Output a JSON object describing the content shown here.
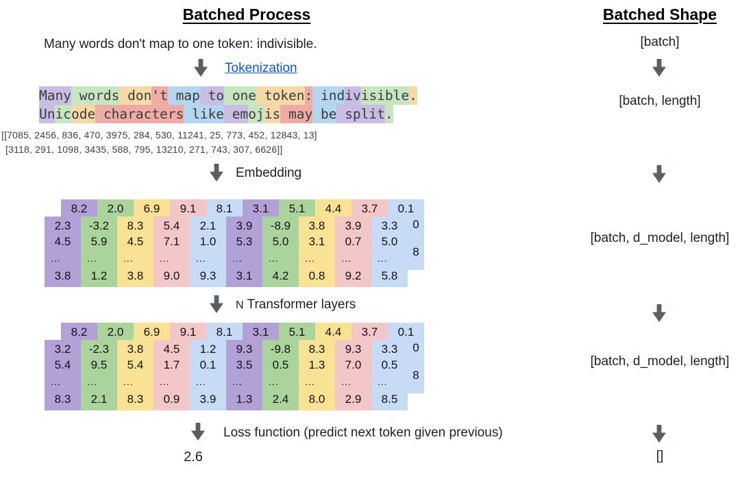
{
  "left": {
    "title": "Batched Process",
    "sentence": "Many words don't map to one token: indivisible.",
    "tokenization_label": "Tokenization",
    "token_lines": [
      [
        {
          "t": "Many",
          "c": "purple"
        },
        {
          "t": " words",
          "c": "green"
        },
        {
          "t": " don",
          "c": "orange"
        },
        {
          "t": "'t",
          "c": "red"
        },
        {
          "t": " map",
          "c": "blue"
        },
        {
          "t": " to",
          "c": "purple"
        },
        {
          "t": " one",
          "c": "green"
        },
        {
          "t": " token",
          "c": "orange"
        },
        {
          "t": ":",
          "c": "red"
        },
        {
          "t": " ind",
          "c": "blue"
        },
        {
          "t": "iv",
          "c": "purple"
        },
        {
          "t": "isible",
          "c": "green"
        },
        {
          "t": ".",
          "c": "orange"
        }
      ],
      [
        {
          "t": "Un",
          "c": "purple"
        },
        {
          "t": "ic",
          "c": "green"
        },
        {
          "t": "ode",
          "c": "orange"
        },
        {
          "t": " characters",
          "c": "red"
        },
        {
          "t": " like",
          "c": "blue"
        },
        {
          "t": " em",
          "c": "purple"
        },
        {
          "t": "oj",
          "c": "green"
        },
        {
          "t": "is",
          "c": "orange"
        },
        {
          "t": " may",
          "c": "red"
        },
        {
          "t": " be",
          "c": "blue"
        },
        {
          "t": " split",
          "c": "purple"
        },
        {
          "t": ".",
          "c": "green"
        }
      ]
    ],
    "token_ids": [
      "[[7085, 2456, 836, 470, 3975, 284, 530, 11241, 25, 773, 452, 12843, 13]",
      "[3118, 291, 1098, 3435, 588, 795, 13210, 271, 743, 307, 6626]]"
    ],
    "embedding_label": "Embedding",
    "transformer_n": "N",
    "transformer_label": "Transformer layers",
    "loss_label": "Loss function (predict next token given previous)",
    "loss_value": "2.6",
    "ellipsis": "...",
    "column_colors": [
      "purple",
      "green",
      "yellow",
      "pink",
      "blue",
      "purple",
      "green",
      "yellow",
      "pink",
      "blue"
    ],
    "matrices": [
      {
        "back_row": [
          "8.2",
          "2.0",
          "6.9",
          "9.1",
          "8.1",
          "3.1",
          "5.1",
          "4.4",
          "3.7",
          "0.1"
        ],
        "rows": [
          [
            "2.3",
            "-3.2",
            "8.3",
            "5.4",
            "2.1",
            "3.9",
            "-8.9",
            "3.8",
            "3.9",
            "3.3"
          ],
          [
            "4.5",
            "5.9",
            "4.5",
            "7.1",
            "1.0",
            "5.3",
            "5.0",
            "3.1",
            "0.7",
            "5.0"
          ],
          [
            "3.8",
            "1.2",
            "3.8",
            "9.0",
            "9.3",
            "3.1",
            "4.2",
            "0.8",
            "9.2",
            "5.8"
          ]
        ],
        "side_labels": [
          "0",
          "8"
        ]
      },
      {
        "back_row": [
          "8.2",
          "2.0",
          "6.9",
          "9.1",
          "8.1",
          "3.1",
          "5.1",
          "4.4",
          "3.7",
          "0.1"
        ],
        "rows": [
          [
            "3.2",
            "-2.3",
            "3.8",
            "4.5",
            "1.2",
            "9.3",
            "-9.8",
            "8.3",
            "9.3",
            "3.3"
          ],
          [
            "5.4",
            "9.5",
            "5.4",
            "1.7",
            "0.1",
            "3.5",
            "0.5",
            "1.3",
            "7.0",
            "0.5"
          ],
          [
            "8.3",
            "2.1",
            "8.3",
            "0.9",
            "3.9",
            "1.3",
            "2.4",
            "8.0",
            "2.9",
            "8.5"
          ]
        ],
        "side_labels": [
          "0",
          "8"
        ]
      }
    ]
  },
  "right": {
    "title": "Batched Shape",
    "shapes": [
      "[batch]",
      "[batch, length]",
      "[batch, d_model, length]",
      "[batch, d_model, length]",
      "[]"
    ]
  },
  "colors": {
    "token": {
      "purple": "#c9bce5",
      "green": "#c8e5c2",
      "orange": "#f6d9a6",
      "red": "#efaba5",
      "blue": "#b4d6f0"
    },
    "matrix": {
      "purple": "#b1a1d7",
      "green": "#abd49c",
      "yellow": "#fae294",
      "pink": "#f3c6c7",
      "blue": "#c7daf6"
    },
    "arrow": "#5b5e62",
    "link": "#1155cc"
  }
}
